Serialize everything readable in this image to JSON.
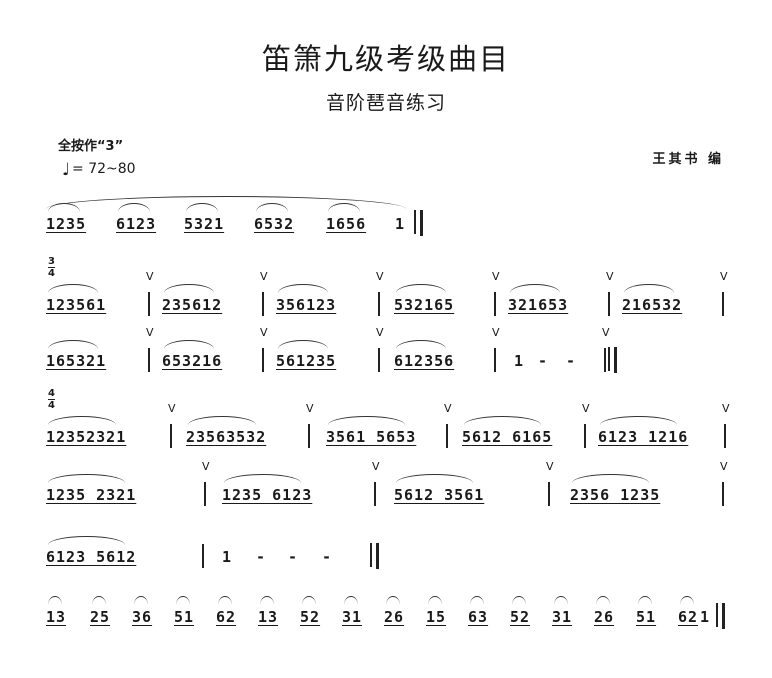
{
  "header": {
    "title": "笛箫九级考级曲目",
    "subtitle": "音阶琶音练习",
    "fingering": "全按作“3”",
    "tempo": "= 72~80",
    "composer": "王其书 编"
  },
  "rows": [
    {
      "segments": [
        "1235",
        "6123",
        "5321",
        "6532",
        "1656",
        "1"
      ],
      "time_signature": null
    },
    {
      "segments": [
        "123561",
        "235612",
        "356123",
        "532165",
        "321653",
        "216532"
      ],
      "time_signature": "3/4"
    },
    {
      "segments": [
        "165321",
        "653216",
        "561235",
        "612356",
        "1",
        "-",
        "-"
      ],
      "time_signature": null
    },
    {
      "segments": [
        "12352321",
        "23563532",
        "3561 5653",
        "5612 6165",
        "6123 1216"
      ],
      "time_signature": "4/4"
    },
    {
      "segments": [
        "1235 2321",
        "1235 6123",
        "5612 3561",
        "2356 1235"
      ],
      "time_signature": null
    },
    {
      "segments": [
        "6123 5612",
        "1",
        "-",
        "-",
        "-"
      ],
      "time_signature": null
    },
    {
      "segments": [
        "13",
        "25",
        "36",
        "51",
        "62",
        "13",
        "52",
        "31",
        "26",
        "15",
        "63",
        "52",
        "31",
        "26",
        "51",
        "62",
        "1"
      ],
      "time_signature": null
    }
  ]
}
